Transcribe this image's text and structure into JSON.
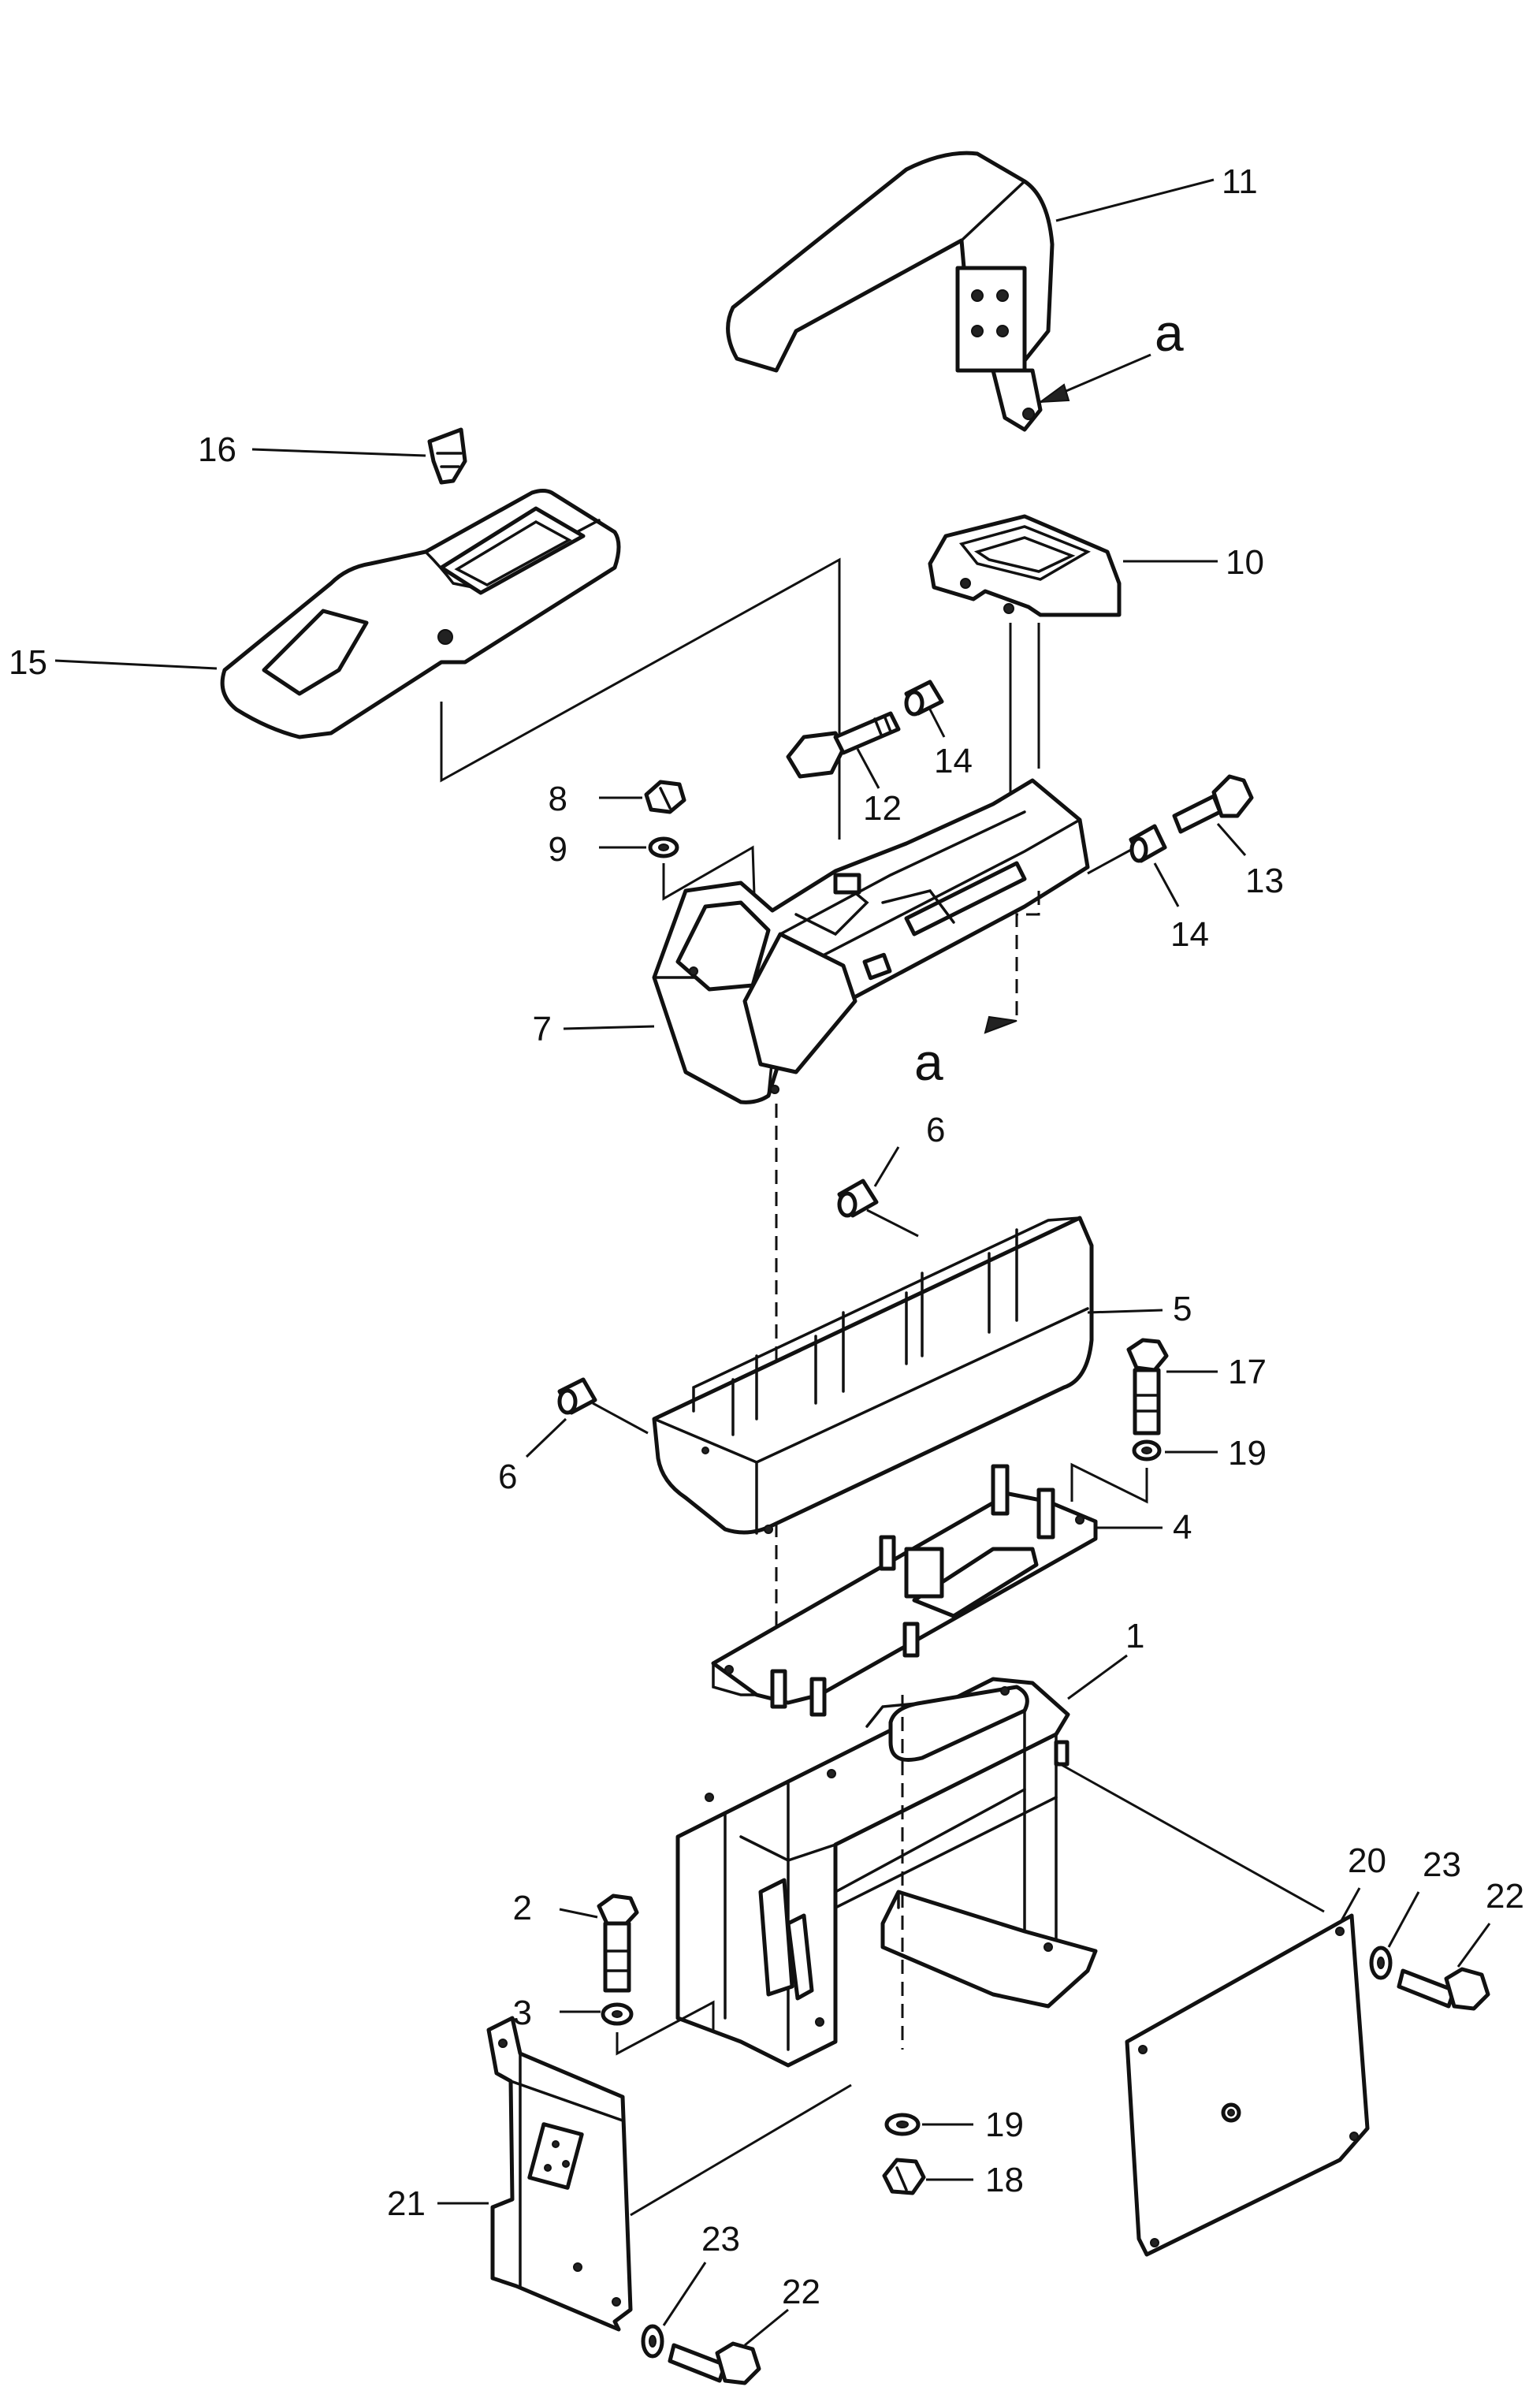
{
  "callouts": {
    "c1": "1",
    "c2": "2",
    "c3": "3",
    "c4": "4",
    "c5": "5",
    "c6a": "6",
    "c6b": "6",
    "c7": "7",
    "c8": "8",
    "c9": "9",
    "c10": "10",
    "c11": "11",
    "c12": "12",
    "c13": "13",
    "c14a": "14",
    "c14b": "14",
    "c15": "15",
    "c16": "16",
    "c17": "17",
    "c18": "18",
    "c19a": "19",
    "c19b": "19",
    "c20": "20",
    "c21": "21",
    "c22a": "22",
    "c22b": "22",
    "c23a": "23",
    "c23b": "23"
  },
  "view_marks": {
    "a_top": "a",
    "a_mid": "a"
  }
}
